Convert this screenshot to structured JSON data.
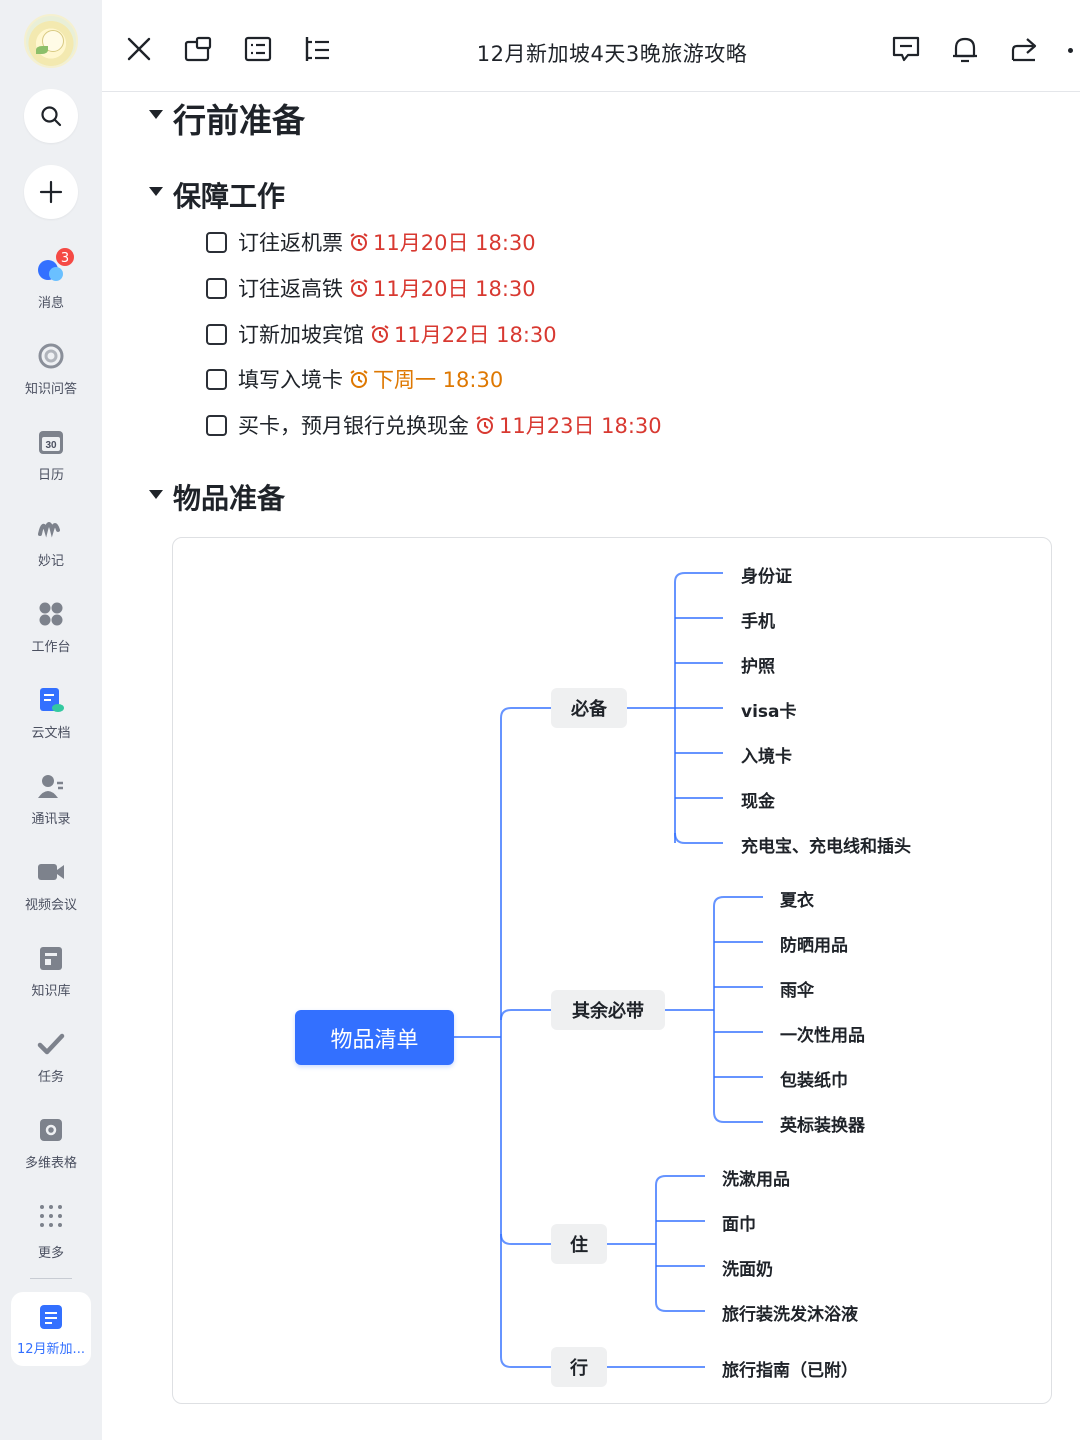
{
  "sidebar": {
    "nav": [
      {
        "label": "消息",
        "icon": "chat-bubbles-icon",
        "badge": "3"
      },
      {
        "label": "知识问答",
        "icon": "spiral-icon"
      },
      {
        "label": "日历",
        "icon": "calendar-icon",
        "day": "30"
      },
      {
        "label": "妙记",
        "icon": "minutes-icon"
      },
      {
        "label": "工作台",
        "icon": "grid-icon"
      },
      {
        "label": "云文档",
        "icon": "cloud-doc-icon"
      },
      {
        "label": "通讯录",
        "icon": "contacts-icon"
      },
      {
        "label": "视频会议",
        "icon": "video-icon"
      },
      {
        "label": "知识库",
        "icon": "wiki-icon"
      },
      {
        "label": "任务",
        "icon": "task-check-icon"
      },
      {
        "label": "多维表格",
        "icon": "base-table-icon"
      },
      {
        "label": "更多",
        "icon": "more-dots-icon"
      }
    ],
    "active_doc": {
      "label": "12月新加...",
      "icon": "doc-icon"
    }
  },
  "topbar": {
    "title": "12月新加坡4天3晚旅游攻略"
  },
  "content": {
    "h1": "行前准备",
    "section1": {
      "heading": "保障工作",
      "tasks": [
        {
          "text": "订往返机票",
          "due": "11月20日 18:30",
          "color": "#d83931"
        },
        {
          "text": "订往返高铁",
          "due": "11月20日 18:30",
          "color": "#d83931"
        },
        {
          "text": "订新加坡宾馆",
          "due": "11月22日 18:30",
          "color": "#d83931"
        },
        {
          "text": "填写入境卡",
          "due": "下周一 18:30",
          "color": "#de7802"
        },
        {
          "text": "买卡，预月银行兑换现金",
          "due": "11月23日 18:30",
          "color": "#d83931"
        }
      ]
    },
    "section2": {
      "heading": "物品准备"
    }
  },
  "mindmap": {
    "root": "物品清单",
    "branches": [
      {
        "label": "必备",
        "children": [
          "身份证",
          "手机",
          "护照",
          "visa卡",
          "入境卡",
          "现金",
          "充电宝、充电线和插头"
        ]
      },
      {
        "label": "其余必带",
        "children": [
          "夏衣",
          "防晒用品",
          "雨伞",
          "一次性用品",
          "包装纸巾",
          "英标装换器"
        ]
      },
      {
        "label": "住",
        "children": [
          "洗漱用品",
          "面巾",
          "洗面奶",
          "旅行装洗发沐浴液"
        ]
      },
      {
        "label": "行",
        "children": [
          "旅行指南（已附）"
        ]
      }
    ]
  },
  "colors": {
    "accent": "#3370ff",
    "due_red": "#d83931",
    "due_orange": "#de7802"
  }
}
